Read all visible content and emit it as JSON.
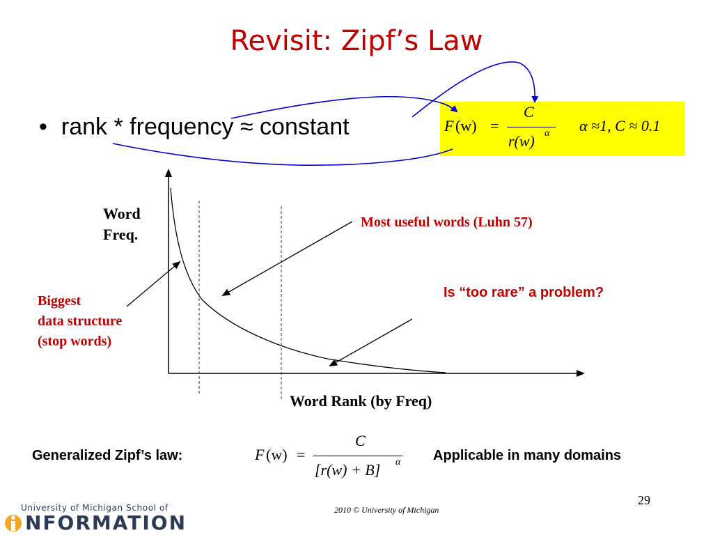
{
  "slide": {
    "title": "Revisit: Zipf’s Law",
    "bullet": "rank * frequency ≈ constant",
    "formula": {
      "lhs": "F",
      "lhs_arg": "(w)",
      "eq": "=",
      "numerator": "C",
      "denominator": "r(w)",
      "exponent": "α",
      "params": "α ≈1, C ≈ 0.1"
    },
    "chart": {
      "y_label_line1": "Word",
      "y_label_line2": "Freq.",
      "x_label": "Word Rank (by Freq)",
      "annotation_useful": "Most useful words (Luhn 57)",
      "annotation_rare": "Is “too rare” a problem?",
      "annotation_biggest_1": "Biggest",
      "annotation_biggest_2": "data structure",
      "annotation_biggest_3": "(stop words)"
    },
    "generalized": {
      "label": "Generalized Zipf’s law:",
      "lhs": "F",
      "lhs_arg": "(w)",
      "eq": "=",
      "numerator": "C",
      "denominator": "[r(w) + B]",
      "exponent": "α",
      "note": "Applicable in many domains"
    },
    "page_number": "29",
    "footer": "2010  © University of Michigan",
    "logo_line1": "University of Michigan School of",
    "logo_line2": "NFORMATION",
    "colors": {
      "title": "#c00000",
      "highlight": "#ffff00",
      "arrow": "#0000cc",
      "logo_orange": "#f5a623",
      "logo_blue": "#2c3a55"
    }
  }
}
